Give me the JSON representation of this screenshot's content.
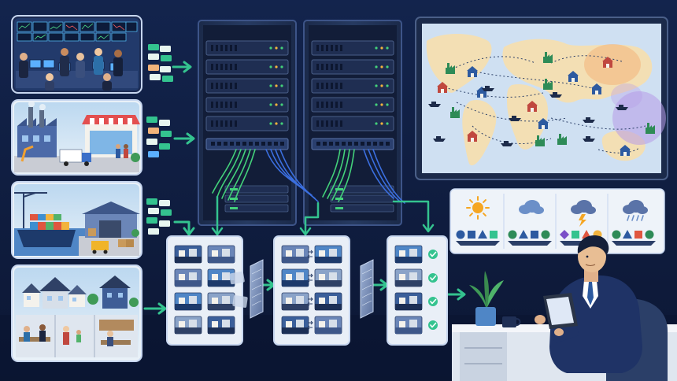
{
  "scene": {
    "sources": [
      {
        "kind": "trading-floor"
      },
      {
        "kind": "factory-and-store"
      },
      {
        "kind": "port-and-warehouse"
      },
      {
        "kind": "neighborhood-and-offices"
      }
    ],
    "processing_panels": 3,
    "conditions": [
      "sun-icon",
      "cloud-icon",
      "storm-cloud-icon",
      "rain-cloud-icon"
    ],
    "colors": {
      "background": "#0f1d3f",
      "accent_green": "#34c38f",
      "cable_blue": "#3b6fe0",
      "map_land": "#f3dfb4",
      "map_sea": "#cfe0f2",
      "hub_purple": "#b79be8",
      "hub_orange": "#f2b37a"
    }
  }
}
